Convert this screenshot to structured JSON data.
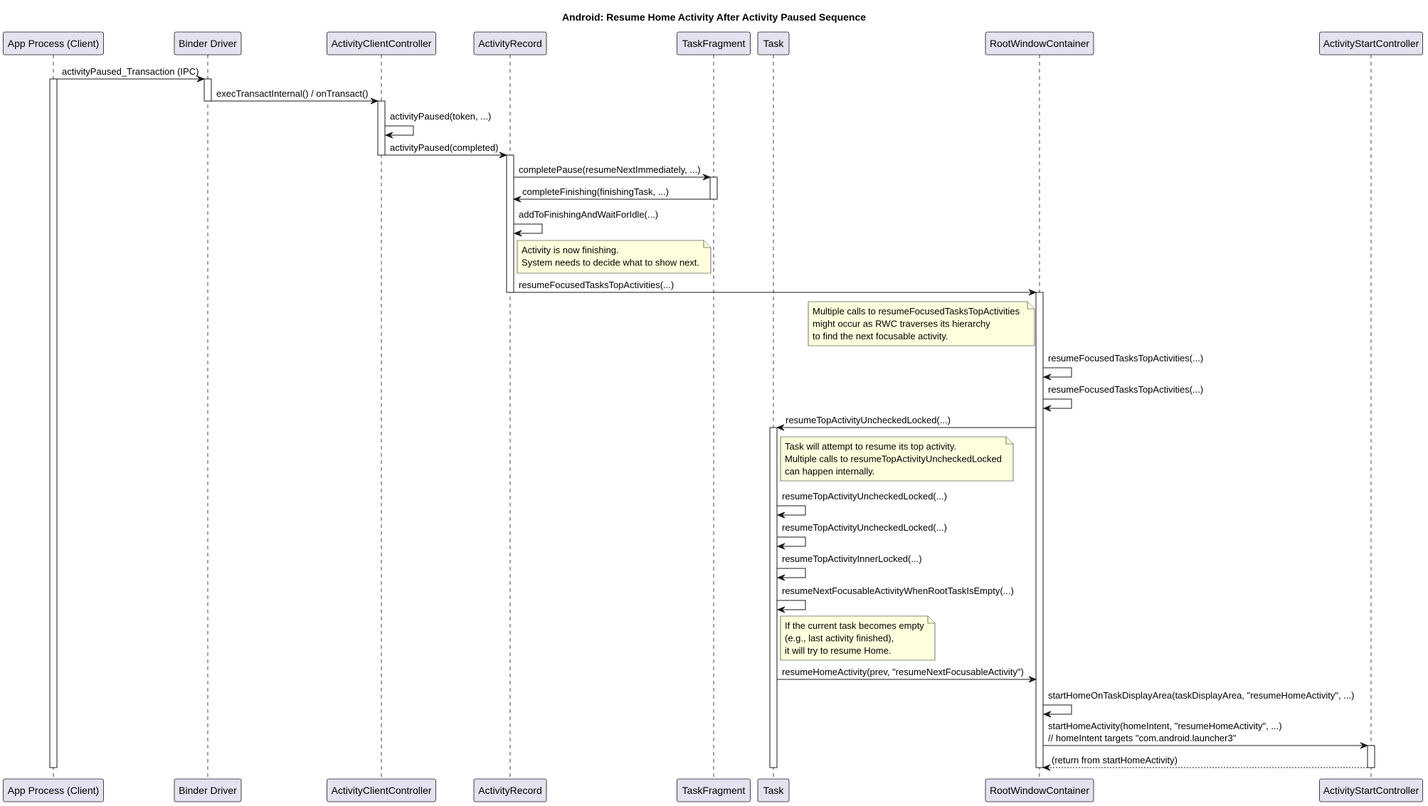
{
  "diagram": {
    "title": "Android: Resume Home Activity After Activity Paused Sequence",
    "participants": [
      {
        "id": "app",
        "label": "App Process (Client)"
      },
      {
        "id": "binder",
        "label": "Binder Driver"
      },
      {
        "id": "acc",
        "label": "ActivityClientController"
      },
      {
        "id": "ar",
        "label": "ActivityRecord"
      },
      {
        "id": "tf",
        "label": "TaskFragment"
      },
      {
        "id": "task",
        "label": "Task"
      },
      {
        "id": "rwc",
        "label": "RootWindowContainer"
      },
      {
        "id": "asc",
        "label": "ActivityStartController"
      }
    ],
    "messages": [
      {
        "from": "app",
        "to": "binder",
        "lines": [
          "activityPaused_Transaction (IPC)"
        ]
      },
      {
        "from": "binder",
        "to": "acc",
        "lines": [
          "execTransactInternal() / onTransact()"
        ]
      },
      {
        "from": "acc",
        "to": "acc",
        "lines": [
          "activityPaused(token, ...)"
        ]
      },
      {
        "from": "acc",
        "to": "ar",
        "lines": [
          "activityPaused(completed)"
        ]
      },
      {
        "from": "ar",
        "to": "tf",
        "lines": [
          "completePause(resumeNextImmediately, ...)"
        ]
      },
      {
        "from": "tf",
        "to": "ar",
        "lines": [
          "completeFinishing(finishingTask, ...)"
        ]
      },
      {
        "from": "ar",
        "to": "ar",
        "lines": [
          "addToFinishingAndWaitForIdle(...)"
        ]
      },
      {
        "from": "ar",
        "to": "rwc",
        "lines": [
          "resumeFocusedTasksTopActivities(...)"
        ]
      },
      {
        "from": "rwc",
        "to": "rwc",
        "lines": [
          "resumeFocusedTasksTopActivities(...)"
        ]
      },
      {
        "from": "rwc",
        "to": "rwc",
        "lines": [
          "resumeFocusedTasksTopActivities(...)"
        ]
      },
      {
        "from": "rwc",
        "to": "task",
        "lines": [
          "resumeTopActivityUncheckedLocked(...)"
        ]
      },
      {
        "from": "task",
        "to": "task",
        "lines": [
          "resumeTopActivityUncheckedLocked(...)"
        ]
      },
      {
        "from": "task",
        "to": "task",
        "lines": [
          "resumeTopActivityUncheckedLocked(...)"
        ]
      },
      {
        "from": "task",
        "to": "task",
        "lines": [
          "resumeTopActivityInnerLocked(...)"
        ]
      },
      {
        "from": "task",
        "to": "task",
        "lines": [
          "resumeNextFocusableActivityWhenRootTaskIsEmpty(...)"
        ]
      },
      {
        "from": "task",
        "to": "rwc",
        "lines": [
          "resumeHomeActivity(prev, \"resumeNextFocusableActivity\")"
        ]
      },
      {
        "from": "rwc",
        "to": "rwc",
        "lines": [
          "startHomeOnTaskDisplayArea(taskDisplayArea, \"resumeHomeActivity\", ...)"
        ]
      },
      {
        "from": "rwc",
        "to": "asc",
        "lines": [
          "startHomeActivity(homeIntent, \"resumeHomeActivity\", ...)",
          "// homeIntent targets \"com.android.launcher3\""
        ]
      },
      {
        "from": "asc",
        "to": "rwc",
        "lines": [
          "(return from startHomeActivity)"
        ],
        "dashed": true
      }
    ],
    "notes": [
      {
        "lines": [
          "Activity is now finishing.",
          "System needs to decide what to show next."
        ]
      },
      {
        "lines": [
          "Multiple calls to resumeFocusedTasksTopActivities",
          "might occur as RWC traverses its hierarchy",
          "to find the next focusable activity."
        ]
      },
      {
        "lines": [
          "Task will attempt to resume its top activity.",
          "Multiple calls to resumeTopActivityUncheckedLocked",
          "can happen internally."
        ]
      },
      {
        "lines": [
          "If the current task becomes empty",
          "(e.g., last activity finished),",
          "it will try to resume Home."
        ]
      }
    ]
  },
  "colors": {
    "participant_fill": "#E2E2F0",
    "participant_border": "#181818",
    "lifeline": "#181818",
    "note_fill": "#FEFFDD",
    "note_border": "#181818",
    "arrow": "#181818"
  }
}
